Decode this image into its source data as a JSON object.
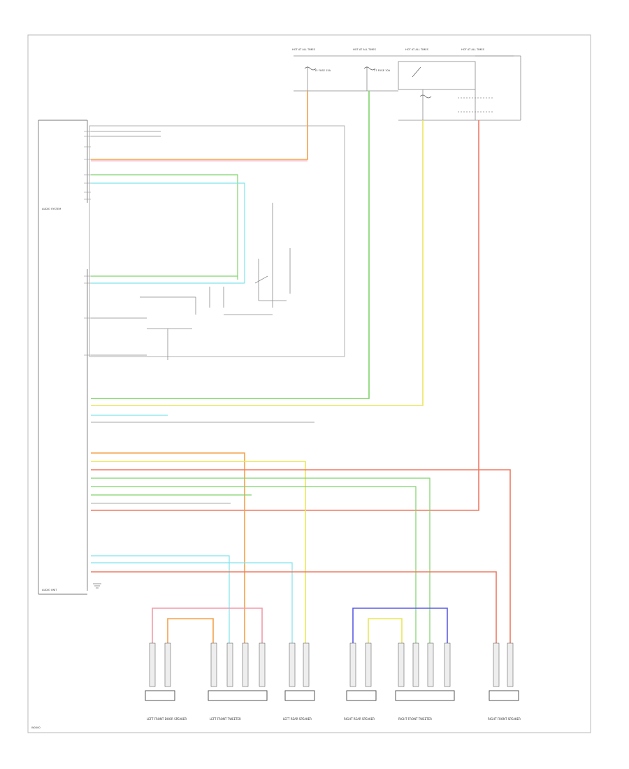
{
  "diagram": {
    "top_labels": [
      "HOT AT ALL TIMES",
      "HOT AT ALL TIMES",
      "HOT AT ALL TIMES",
      "HOT AT ALL TIMES"
    ],
    "fuse_labels": [
      "15 FUSE 15A",
      "27 FUSE 10A"
    ],
    "audio_unit_label": "AUDIO UNIT",
    "chassis_label": "AUDIO SYSTEM",
    "bottom_left_code": "W0000",
    "speakers": [
      {
        "id": "lf-door",
        "label": "LEFT FRONT DOOR SPEAKER"
      },
      {
        "id": "lf-tweeter",
        "label": "LEFT FRONT TWEETER"
      },
      {
        "id": "lr-door",
        "label": "LEFT REAR SPEAKER"
      },
      {
        "id": "rr-door",
        "label": "RIGHT REAR SPEAKER"
      },
      {
        "id": "rf-tweeter",
        "label": "RIGHT FRONT TWEETER"
      },
      {
        "id": "rf-door",
        "label": "RIGHT FRONT SPEAKER"
      }
    ],
    "wire_colors": {
      "orange": "#f5a04a",
      "green": "#7ed36a",
      "yellow": "#e9e65a",
      "red": "#ef7a62",
      "pink": "#f29aa8",
      "cyan": "#7fe3ec",
      "blue": "#5b5be6",
      "gray": "#9a9a9a"
    }
  }
}
